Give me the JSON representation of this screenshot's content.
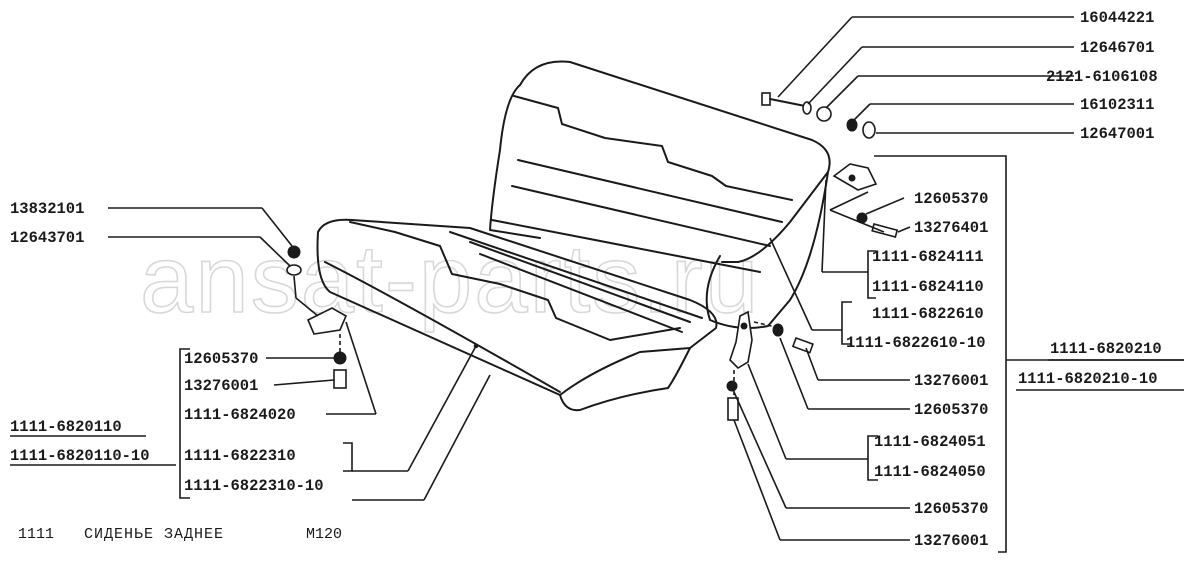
{
  "watermark": "ansat-parts.ru",
  "caption": {
    "code": "1111",
    "title": "СИДЕНЬЕ ЗАДНЕЕ",
    "model": "М120"
  },
  "callouts": {
    "bolt_top": "16044221",
    "washer_top": "12646701",
    "spacer_top": "2121-6106108",
    "nut_top": "16102311",
    "washer_top_2": "12647001",
    "left_nut": "13832101",
    "left_washer": "12643701",
    "left_lockwasher": "12605370",
    "left_bolt": "13276001",
    "left_bracket": "1111-6824020",
    "cushion_assy": "1111-6820110",
    "cushion_assy_var": "1111-6820110-10",
    "cushion": "1111-6822310",
    "cushion_var": "1111-6822310-10",
    "right_lockwasher_top": "12605370",
    "right_bolt_top": "13276401",
    "hinge_a": "1111-6824111",
    "hinge_b": "1111-6824110",
    "backrest": "1111-6822610",
    "backrest_var": "1111-6822610-10",
    "backrest_assy": "1111-6820210",
    "backrest_assy_var": "1111-6820210-10",
    "right_bolt_mid": "13276001",
    "right_lockwasher_mid": "12605370",
    "lower_bracket_a": "1111-6824051",
    "lower_bracket_b": "1111-6824050",
    "right_lockwasher_bot": "12605370",
    "right_bolt_bot": "13276001"
  }
}
